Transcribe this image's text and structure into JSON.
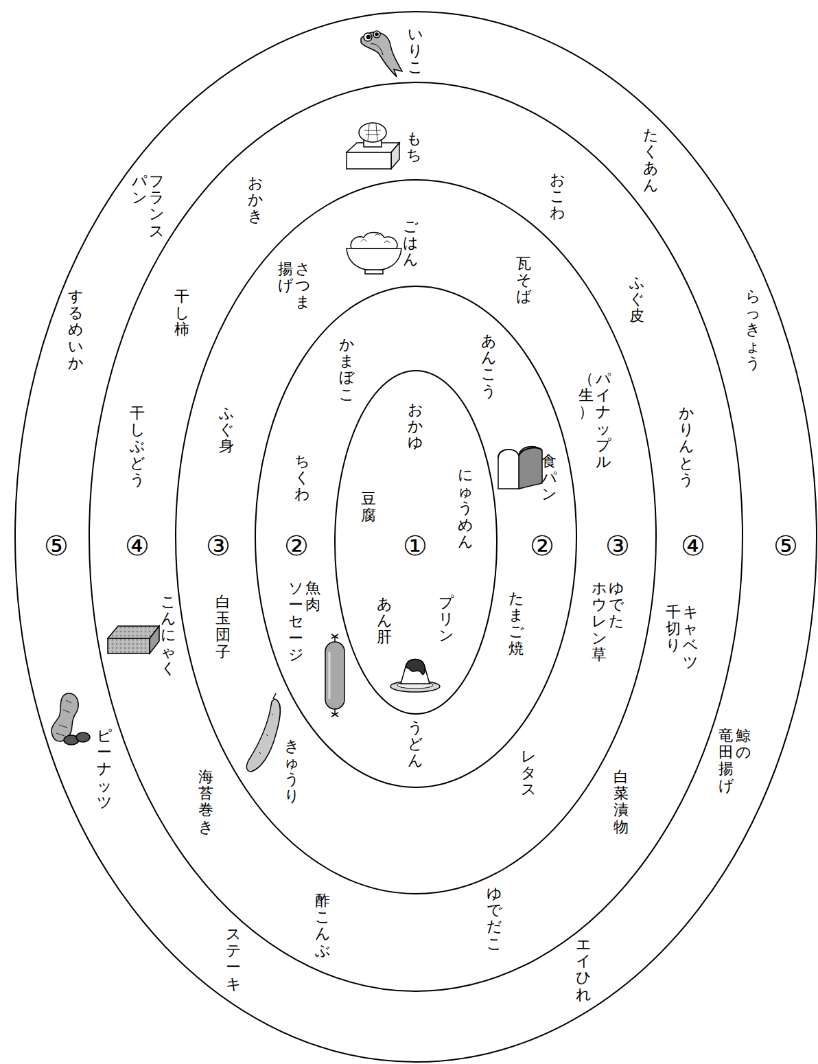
{
  "diagram": {
    "nodes": [
      {
        "text": [
          "いりこ",
          "たくあん",
          "フランス パン",
          "するめいか",
          "らっきょう",
          "⑤",
          "⑤",
          "鯨の 竜田揚げ",
          "ピーナッツ",
          "ステーキ",
          "エイひれ"
        ]
      },
      {
        "text": [
          "もち",
          "おかき",
          "おこわ",
          "干し柿",
          "ふぐ皮",
          "干しぶどう",
          "かりんとう",
          "④",
          "④",
          "こんにゃく",
          "キャベツ 千切り",
          "海苔巻き",
          "白菜漬物",
          "酢こんぶ",
          "ゆでだこ"
        ],
        "in": 0
      },
      {
        "text": [
          "ごはん",
          "さつま 揚げ",
          "瓦そば",
          "ふぐ身",
          "パイナップル （生）",
          "③",
          "③",
          "ゆでた ホウレン草",
          "白玉団子",
          "きゅうり",
          "レタス"
        ],
        "in": 1
      },
      {
        "text": [
          "かまぼこ",
          "あんこう",
          "ちくわ",
          "食パン",
          "②",
          "②",
          "魚肉 ソーセージ",
          "たまご焼",
          "うどん"
        ],
        "in": 2
      },
      {
        "text": [
          "おかゆ",
          "にゅうめん",
          "豆腐",
          "①",
          "あん肝",
          "プリン"
        ],
        "in": 3
      }
    ]
  }
}
